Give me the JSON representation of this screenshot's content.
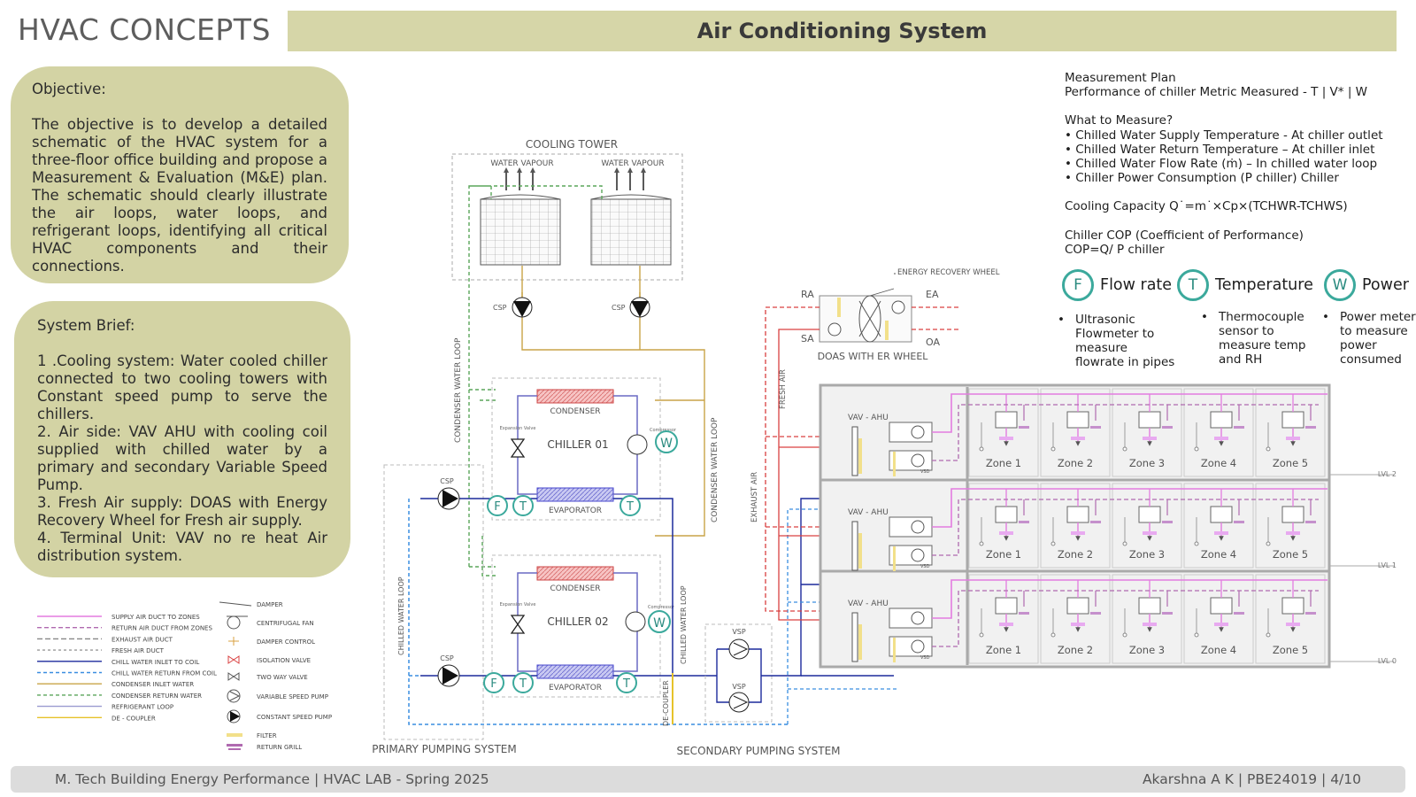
{
  "header": {
    "brand": "HVAC CONCEPTS",
    "title": "Air Conditioning System"
  },
  "objective": {
    "heading": "Objective:",
    "body": "The objective is to develop a detailed schematic of the HVAC system for a three-floor office building and propose a Measurement & Evaluation (M&E) plan. The schematic should clearly illustrate the air loops, water loops, and refrigerant loops, identifying all critical HVAC components and their connections."
  },
  "brief": {
    "heading": "System Brief:",
    "items": [
      "1 .Cooling system: Water cooled chiller connected to two cooling towers with Constant speed pump to serve the chillers.",
      "2. Air side: VAV AHU with cooling coil supplied with chilled water by a primary and secondary Variable Speed Pump.",
      "3. Fresh Air supply: DOAS with Energy Recovery Wheel for Fresh air supply.",
      "4. Terminal Unit: VAV no re heat Air distribution system."
    ]
  },
  "measurement": {
    "lines": [
      "Measurement Plan",
      "Performance of chiller Metric Measured - T | V* | W",
      "",
      "What to Measure?",
      "• Chilled Water Supply Temperature - At chiller outlet",
      "• Chilled Water Return Temperature – At chiller inlet",
      "• Chilled Water Flow Rate (ṁ) – In chilled water loop",
      "• Chiller Power Consumption (P chiller) Chiller",
      "",
      "Cooling Capacity Q˙=m˙×Cp×(TCHWR-TCHWS)",
      "",
      "Chiller COP (Coefficient of Performance)",
      "COP=Q/ P chiller"
    ]
  },
  "instruments": [
    {
      "letter": "F",
      "label": "Flow rate",
      "desc": "Ultrasonic Flowmeter to measure flowrate in pipes"
    },
    {
      "letter": "T",
      "label": "Temperature",
      "desc": "Thermocouple sensor to measure temp and RH"
    },
    {
      "letter": "W",
      "label": "Power",
      "desc": "Power meter to measure power consumed"
    }
  ],
  "diagram": {
    "cooling_tower": "COOLING TOWER",
    "water_vapour": "WATER VAPOUR",
    "csp": "CSP",
    "vsp": "VSP",
    "condenser": "CONDENSER",
    "evaporator": "EVAPORATOR",
    "chiller1": "CHILLER 01",
    "chiller2": "CHILLER 02",
    "expansion_valve": "Expansion Valve",
    "compressor": "Compressor",
    "condenser_loop": "CONDENSER WATER LOOP",
    "chilled_loop": "CHILLED WATER LOOP",
    "de_coupler": "DE-COUPLER",
    "primary": "PRIMARY PUMPING SYSTEM",
    "secondary": "SECONDARY PUMPING SYSTEM",
    "erw": "ENERGY RECOVERY WHEEL",
    "doas": "DOAS WITH ER WHEEL",
    "ra": "RA",
    "ea": "EA",
    "sa": "SA",
    "oa": "OA",
    "fresh_air": "FRESH AIR",
    "exhaust_air": "EXHAUST AIR",
    "vav_ahu": "VAV - AHU",
    "vsd": "VSD",
    "zones": [
      "Zone 1",
      "Zone 2",
      "Zone 3",
      "Zone 4",
      "Zone 5"
    ],
    "levels": [
      "LVL 2",
      "LVL 1",
      "LVL 0"
    ],
    "W": "W",
    "T": "T",
    "F": "F"
  },
  "legend": {
    "lines": [
      {
        "label": "SUPPLY AIR DUCT TO ZONES",
        "color": "#e37ce0",
        "dash": ""
      },
      {
        "label": "RETURN AIR DUCT FROM ZONES",
        "color": "#b06ab0",
        "dash": "5,3"
      },
      {
        "label": "EXHAUST AIR DUCT",
        "color": "#888888",
        "dash": "6,3"
      },
      {
        "label": "FRESH AIR DUCT",
        "color": "#999999",
        "dash": "3,3"
      },
      {
        "label": "CHILL WATER INLET TO COIL",
        "color": "#1c2a9c",
        "dash": ""
      },
      {
        "label": "CHILL WATER RETURN FROM COIL",
        "color": "#3a8ee0",
        "dash": "4,3"
      },
      {
        "label": "CONDENSER INLET WATER",
        "color": "#c9a448",
        "dash": ""
      },
      {
        "label": "CONDENSER RETURN WATER",
        "color": "#5aa55a",
        "dash": "4,3"
      },
      {
        "label": "REFRIGERANT LOOP",
        "color": "#9a9ad0",
        "dash": ""
      },
      {
        "label": "DE - COUPLER",
        "color": "#e6c22a",
        "dash": ""
      }
    ],
    "symbols": [
      "DAMPER",
      "CENTRIFUGAL FAN",
      "DAMPER CONTROL",
      "ISOLATION VALVE",
      "TWO WAY VALVE",
      "VARIABLE SPEED PUMP",
      "CONSTANT SPEED PUMP",
      "FILTER",
      "RETURN GRILL"
    ]
  },
  "footer": {
    "left": "M. Tech Building Energy Performance | HVAC LAB  - Spring 2025",
    "right": "Akarshna A K  |  PBE24019  |  4/10"
  },
  "colors": {
    "olive": "#d6d6a8",
    "teal": "#3ba99c",
    "supply": "#e37ce0",
    "chw": "#1c2a9c",
    "chwr": "#3a8ee0",
    "cond": "#c9a448",
    "condr": "#5aa55a",
    "air": "#d94040"
  }
}
